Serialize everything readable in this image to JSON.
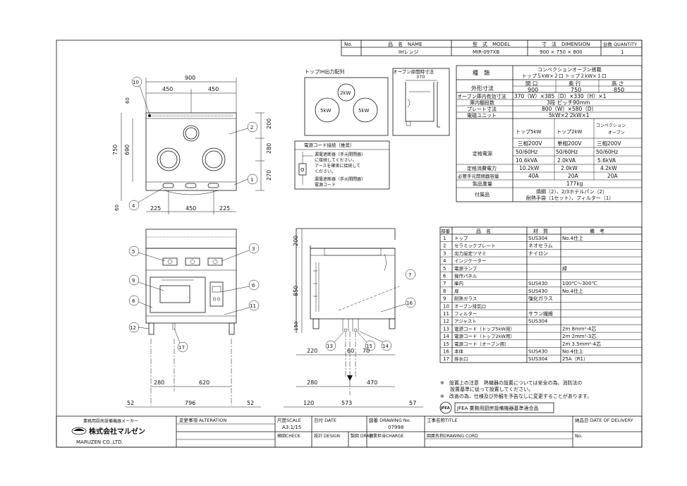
{
  "title_block": {
    "header": {
      "no": "No.",
      "name": "品　名　NAME",
      "model": "型　式　MODEL",
      "dimension": "寸　法　DIMENSION",
      "quantity": "台数 QUANTITY"
    },
    "row": {
      "no": "",
      "name": "IHレンジ",
      "model": "MIR-097XB",
      "dimension": "900 × 750 × 800",
      "quantity": "1"
    }
  },
  "views": {
    "top_labels": {
      "w900": "900",
      "w450a": "450",
      "w450b": "450",
      "h60": "60",
      "h750": "750",
      "h690": "690",
      "h200": "200",
      "h280": "280",
      "h270": "270",
      "b60": "60",
      "b225a": "225",
      "b450": "450",
      "b225b": "225"
    },
    "front_labels": {
      "w280": "280",
      "w620": "620",
      "w52a": "52",
      "w796": "796",
      "w52b": "52"
    },
    "side_labels": {
      "h200": "200",
      "h850": "850",
      "h150": "150",
      "d220": "220",
      "d60": "60",
      "d70": "70",
      "d280": "280",
      "d470": "470",
      "d120": "120",
      "d573": "573",
      "d57": "57"
    },
    "callouts": [
      "1",
      "2",
      "3",
      "4",
      "5",
      "6",
      "7",
      "8",
      "9",
      "10",
      "11",
      "12",
      "13",
      "14",
      "15",
      "16",
      "17"
    ]
  },
  "ih_layout": {
    "title": "トップIH出力配列",
    "burner_top": "2kW",
    "burner_left": "5kW",
    "burner_right": "5kW"
  },
  "oven_hinge": {
    "title": "オーブン扉開時寸法",
    "value": "370"
  },
  "cord_box": {
    "title": "電源コード接続（推奨）",
    "note1_l1": "漏電遮断器（手元開閉器）",
    "note1_l2": "に接続してください。",
    "note1_l3": "アースを確実に接続して",
    "note1_l4": "ください。",
    "label_o": "O",
    "note2_l1": "漏電遮断器（手元開閉器）",
    "note2_l2": "電源コード"
  },
  "spec": {
    "kind_label": "種　類",
    "kind_value_1": "コンベクションオーブン搭載",
    "kind_value_2": "トップ５kW×２口 トップ２kW×１口",
    "outer_label": "外形寸法",
    "outer_h": [
      "間 口",
      "奥 行",
      "高 さ"
    ],
    "outer_v": [
      "900",
      "750",
      "850"
    ],
    "oven_in_label": "オーブン庫内有効寸法",
    "oven_in_value": "370（W）×385（D）×330（H）×1",
    "shelf_label": "庫内棚段数",
    "shelf_value": "3段 ピッチ90mm",
    "plate_label": "プレート寸法",
    "plate_value": "800（W）×580（D）",
    "unit_label": "電磁ユニット",
    "unit_value": "5kW×2  2kW×1",
    "cols": [
      "トップ5kW",
      "トップ2kW",
      "コンベクションオーブン"
    ],
    "rated_label": "定格電源",
    "rated": [
      [
        "三相200V",
        "単相200V",
        "三相200V"
      ],
      [
        "50/60Hz",
        "50/60Hz",
        "50/60Hz"
      ],
      [
        "10.6kVA",
        "2.0kVA",
        "5.6kVA"
      ]
    ],
    "consume_label": "定格消費電力",
    "consume": [
      "10.2kW",
      "2.0kW",
      "4.2kW"
    ],
    "breaker_label": "必要手元開閉器容量",
    "breaker": [
      "40A",
      "20A",
      "20A"
    ],
    "weight_label": "製品重量",
    "weight_value": "177kg",
    "acc_label": "付属品",
    "acc_1": "焼鋼（2）、2/3ホテルパン（2）",
    "acc_2": "耐熱手袋（1セット）、フィルター（1）"
  },
  "parts": {
    "header": [
      "部番",
      "品　名",
      "材　質",
      "備　考"
    ],
    "rows": [
      [
        "1",
        "トップ",
        "SUS304",
        "No.4仕上"
      ],
      [
        "2",
        "セラミックプレート",
        "ネオセラム",
        ""
      ],
      [
        "3",
        "出力設定ツマミ",
        "ナイロン",
        ""
      ],
      [
        "4",
        "インジケーター",
        "",
        ""
      ],
      [
        "5",
        "電源ランプ",
        "",
        "緑"
      ],
      [
        "6",
        "操作パネル",
        "",
        ""
      ],
      [
        "7",
        "庫内",
        "SUS430",
        "100℃〜300℃"
      ],
      [
        "8",
        "扉",
        "SUS430",
        "No.4仕上"
      ],
      [
        "9",
        "耐熱ガラス",
        "強化ガラス",
        ""
      ],
      [
        "10",
        "オーブン排気口",
        "",
        ""
      ],
      [
        "11",
        "フィルター",
        "サラン繊維",
        ""
      ],
      [
        "12",
        "アジャスト",
        "SUS304",
        ""
      ],
      [
        "13",
        "電源コード（トップ5kW用）",
        "",
        "2m  8mm²-4芯"
      ],
      [
        "14",
        "電源コード（トップ2kW用）",
        "",
        "2m  2mm²-3芯"
      ],
      [
        "15",
        "電源コード（オーブン用）",
        "",
        "2m  3.5mm²-4芯"
      ],
      [
        "16",
        "本体",
        "SUS430",
        "No.4仕上"
      ],
      [
        "17",
        "排水口",
        "SUS304",
        "25A（R1）"
      ]
    ]
  },
  "notes": {
    "n1": "※　設置上の注意　熱機器の設置については安全の為、消防法の",
    "n1b": "設置基準に従って設置してください。",
    "n2": "※　改善の為、仕様及び外観を予告なしに変更することがあります。",
    "jfea": "JFEA",
    "jfea_text": "JFEA 業務用厨房設備機器基準適合品"
  },
  "footer": {
    "maker_small": "業務用厨房設備機器メーカー",
    "maker": "株式会社マルゼン",
    "maker_en": "MARUZEN CO.,LTD.",
    "alteration": "変更事項  ALTERATION",
    "scale_label": "尺度SCALE",
    "scale_value": "A3:1/15",
    "date_label": "日付 DATE",
    "drawing_no_label": "図番 DRAWING No.",
    "drawing_no_value": "07998",
    "title_label": "工事名称TITLE",
    "delivery_label": "納品日  DATE OF DELIVERY",
    "check": "検図CHECK",
    "design": "設計 DESIGN",
    "draw": "製図 DRAW",
    "charge": "営業担当CHARGE",
    "cord": "図面名称DRAWING CORD",
    "no": "No."
  }
}
